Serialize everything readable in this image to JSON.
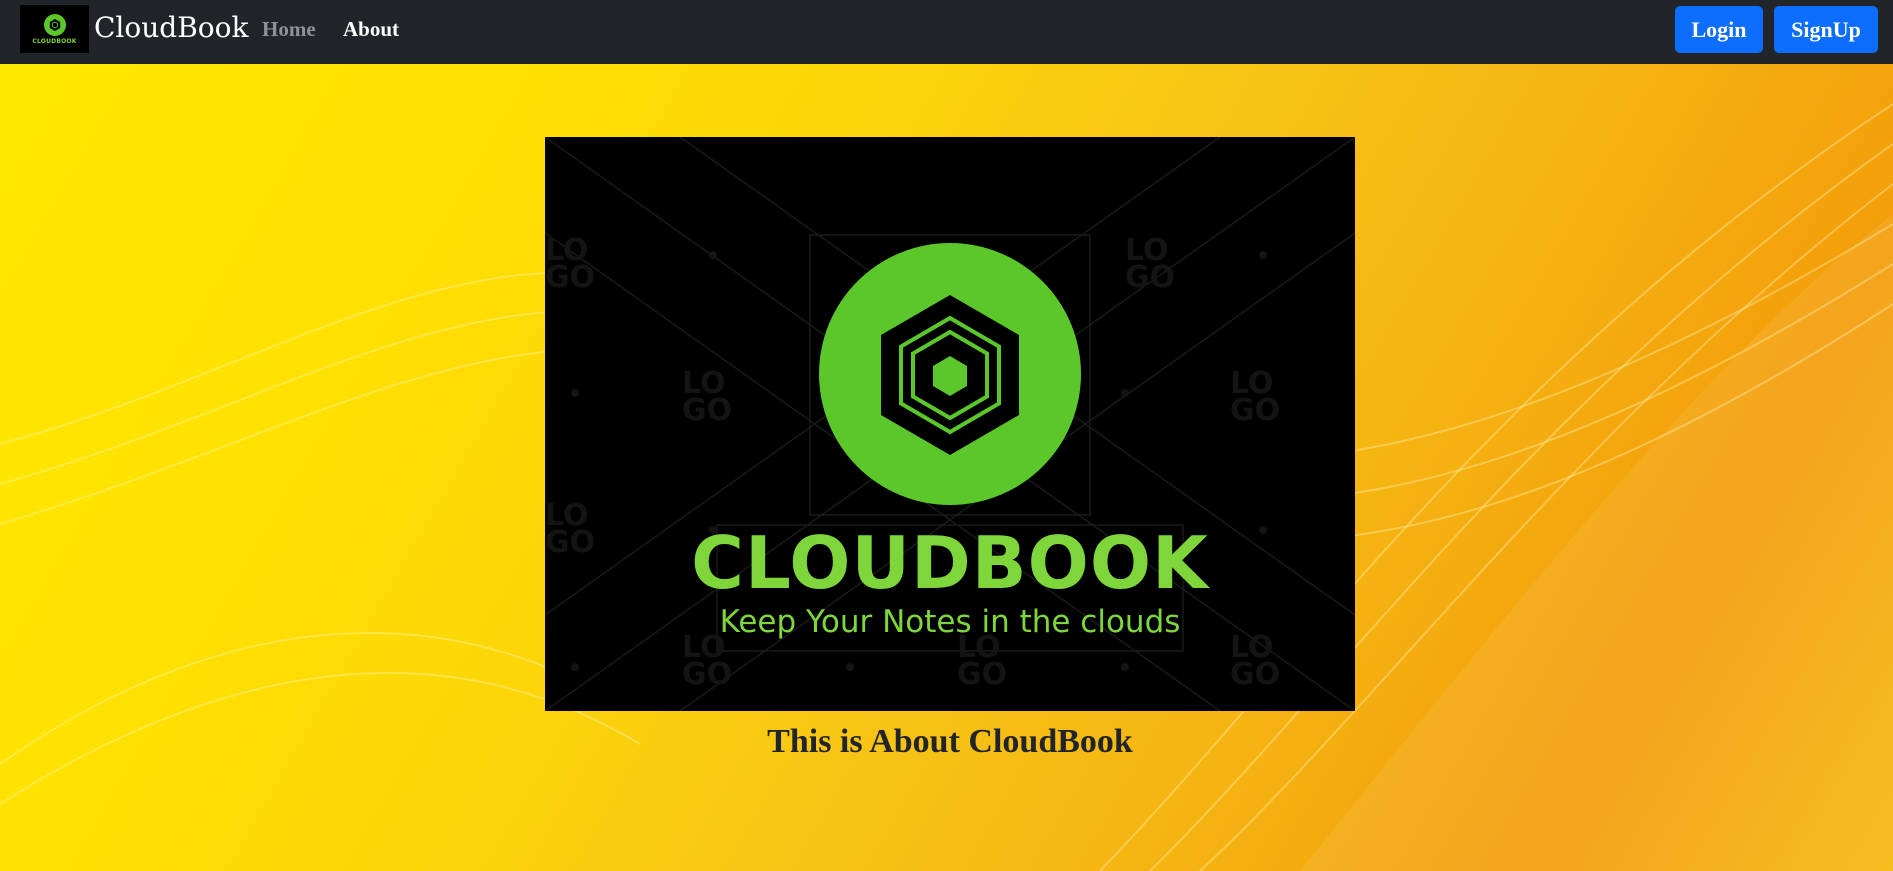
{
  "navbar": {
    "brand_logo_text": "CLOUDBOOK",
    "brand_name": "CloudBook",
    "links": [
      {
        "label": "Home"
      },
      {
        "label": "About"
      }
    ],
    "login_label": "Login",
    "signup_label": "SignUp"
  },
  "hero": {
    "logo_title": "CLOUDBOOK",
    "logo_tagline": "Keep Your Notes in the clouds",
    "watermark_text": "LOGO"
  },
  "main": {
    "heading": "This is About CloudBook"
  },
  "colors": {
    "navbar_bg": "#212529",
    "primary_button": "#0d6efd",
    "logo_green": "#5cc72a",
    "logo_text_green": "#7ed63a",
    "background_yellow": "#ffe900",
    "background_orange": "#f39d0a"
  },
  "icons": {
    "brand": "cloudbook-logo-icon",
    "hero": "hexagon-cube-icon"
  }
}
